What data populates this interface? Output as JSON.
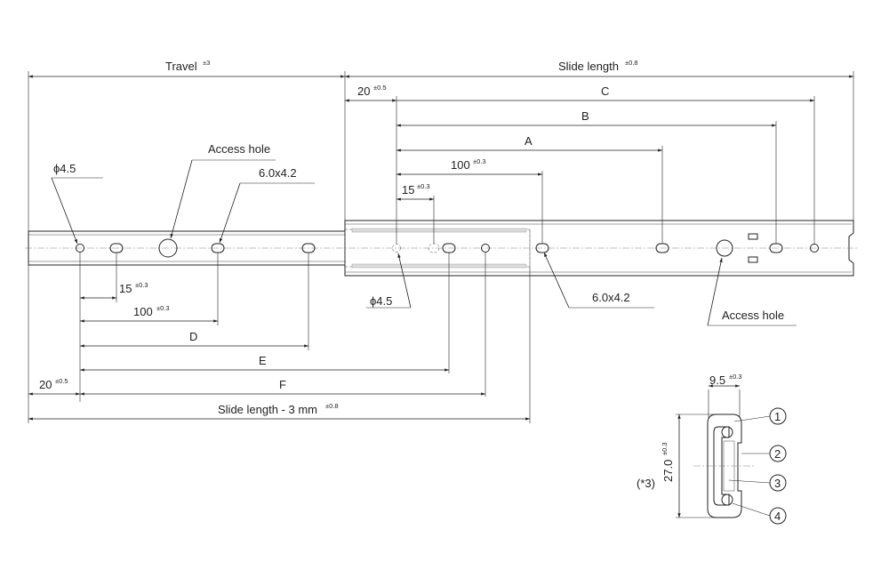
{
  "labels": {
    "travel": "Travel",
    "travel_tol": "±3",
    "slide_length": "Slide length",
    "slide_length_tol": "±0.8",
    "c": "C",
    "b": "B",
    "a": "A",
    "d": "D",
    "e": "E",
    "f": "F",
    "twenty_top": "20",
    "twenty_top_tol": "±0.5",
    "hundred_top": "100",
    "hundred_top_tol": "±0.3",
    "fifteen_top": "15",
    "fifteen_top_tol": "±0.3",
    "fifteen_bottom": "15",
    "fifteen_bottom_tol": "±0.3",
    "hundred_bottom": "100",
    "hundred_bottom_tol": "±0.3",
    "twenty_bottom": "20",
    "twenty_bottom_tol": "±0.5",
    "slide_length_minus": "Slide length - 3 mm",
    "slide_length_minus_tol": "±0.8",
    "access_hole_top": "Access hole",
    "access_hole_bottom": "Access hole",
    "slot_top": "6.0x4.2",
    "slot_bottom": "6.0x4.2",
    "dia_left": "ϕ4.5",
    "dia_mid": "ϕ4.5",
    "width": "9.5",
    "width_tol": "±0.3",
    "height": "27.0",
    "height_tol": "±0.3",
    "note": "(*3)",
    "callout_1": "1",
    "callout_2": "2",
    "callout_3": "3",
    "callout_4": "4"
  }
}
